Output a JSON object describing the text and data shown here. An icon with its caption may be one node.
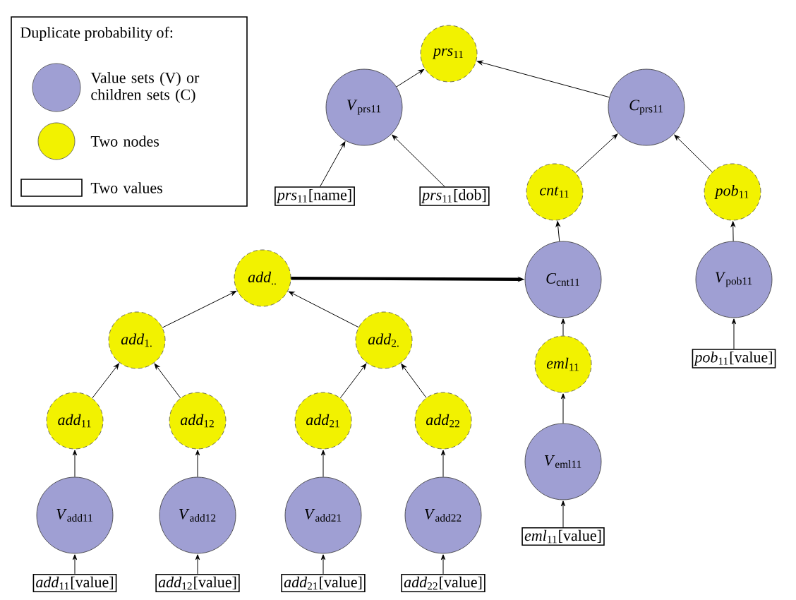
{
  "diagram": {
    "nodes": [
      {
        "text": [
          "*prs*$_{11}$"
        ]
      },
      {
        "text": [
          "*V*$_{prs11}$"
        ]
      },
      {
        "text": [
          "*prs*$_{11}$[name]"
        ]
      },
      {
        "text": [
          "*prs*$_{11}$[dob]"
        ]
      },
      {
        "text": [
          "*C*$_{prs11}$"
        ]
      },
      {
        "text": [
          "*cnt*$_{11}$"
        ]
      },
      {
        "text": [
          "*pob*$_{11}$"
        ]
      },
      {
        "text": [
          "*add*$_{..}$"
        ]
      },
      {
        "text": [
          "*C*$_{cnt11}$"
        ]
      },
      {
        "text": [
          "*V*$_{pob11}$"
        ]
      },
      {
        "text": [
          "*pob*$_{11}$[value]"
        ]
      },
      {
        "text": [
          "*add*$_{1.}$"
        ]
      },
      {
        "text": [
          "*add*$_{2.}$"
        ]
      },
      {
        "text": [
          "*eml*$_{11}$"
        ]
      },
      {
        "text": [
          "*add*$_{11}$"
        ]
      },
      {
        "text": [
          "*add*$_{12}$"
        ]
      },
      {
        "text": [
          "*add*$_{21}$"
        ]
      },
      {
        "text": [
          "*add*$_{22}$"
        ]
      },
      {
        "text": [
          "*V*$_{eml11}$"
        ]
      },
      {
        "text": [
          "*eml*$_{11}$[value]"
        ]
      },
      {
        "text": [
          "*V*$_{add11}$"
        ]
      },
      {
        "text": [
          "*V*$_{add12}$"
        ]
      },
      {
        "text": [
          "*V*$_{add21}$"
        ]
      },
      {
        "text": [
          "*V*$_{add22}$"
        ]
      },
      {
        "text": [
          "*add*$_{11}$[value]"
        ]
      },
      {
        "text": [
          "*add*$_{12}$[value]"
        ]
      },
      {
        "text": [
          "*add*$_{21}$[value]"
        ]
      },
      {
        "text": [
          "*add*$_{22}$[value]"
        ]
      }
    ],
    "edges": [
      {
        "from": 1,
        "to": 0,
        "arrow": "to"
      },
      {
        "from": 4,
        "to": 0,
        "arrow": "to"
      },
      {
        "from": 2,
        "to": 1,
        "arrow": "to"
      },
      {
        "from": 3,
        "to": 1,
        "arrow": "to"
      },
      {
        "from": 5,
        "to": 4,
        "arrow": "to"
      },
      {
        "from": 6,
        "to": 4,
        "arrow": "to"
      },
      {
        "from": 7,
        "to": 8,
        "arrow": "to",
        "style": "thick"
      },
      {
        "from": 8,
        "to": 5,
        "arrow": "to"
      },
      {
        "from": 9,
        "to": 6,
        "arrow": "to"
      },
      {
        "from": 10,
        "to": 9,
        "arrow": "to"
      },
      {
        "from": 11,
        "to": 7,
        "arrow": "to"
      },
      {
        "from": 12,
        "to": 7,
        "arrow": "to"
      },
      {
        "from": 13,
        "to": 8,
        "arrow": "to"
      },
      {
        "from": 14,
        "to": 11,
        "arrow": "to"
      },
      {
        "from": 15,
        "to": 11,
        "arrow": "to"
      },
      {
        "from": 16,
        "to": 12,
        "arrow": "to"
      },
      {
        "from": 17,
        "to": 12,
        "arrow": "to"
      },
      {
        "from": 18,
        "to": 13,
        "arrow": "to"
      },
      {
        "from": 19,
        "to": 18,
        "arrow": "to"
      },
      {
        "from": 20,
        "to": 14,
        "arrow": "to"
      },
      {
        "from": 21,
        "to": 15,
        "arrow": "to"
      },
      {
        "from": 22,
        "to": 16,
        "arrow": "to"
      },
      {
        "from": 23,
        "to": 17,
        "arrow": "to"
      },
      {
        "from": 24,
        "to": 20,
        "arrow": "to"
      },
      {
        "from": 25,
        "to": 21,
        "arrow": "to"
      },
      {
        "from": 26,
        "to": 22,
        "arrow": "to"
      },
      {
        "from": 27,
        "to": 23,
        "arrow": "to"
      }
    ],
    "labels": [
      "Duplicate probability of:"
    ],
    "legend": [
      {
        "text": "Value sets (V) or children sets (C)",
        "color": "#9f9fd3"
      },
      {
        "text": "Two nodes",
        "color": "#f2f200"
      },
      {
        "text": "Two values"
      }
    ]
  }
}
